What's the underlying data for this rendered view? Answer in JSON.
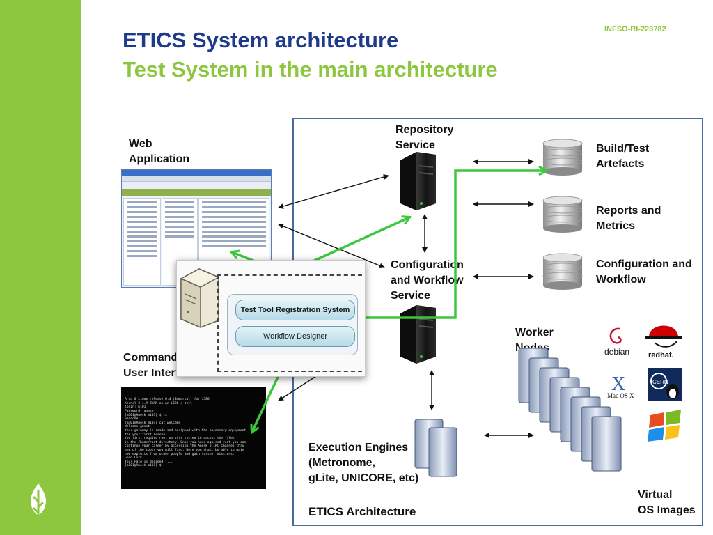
{
  "header": {
    "title": "ETICS System architecture",
    "subtitle": "Test System in the main architecture",
    "project_ref": "INFSO-RI-223782"
  },
  "labels": {
    "web_app": [
      "Web",
      "Application"
    ],
    "cli": [
      "Command",
      "User Interface"
    ],
    "repository": [
      "Repository",
      "Service"
    ],
    "build_test": [
      "Build/Test",
      "Artefacts"
    ],
    "reports": [
      "Reports and",
      "Metrics"
    ],
    "config_store": [
      "Configuration and",
      "Workflow"
    ],
    "config_service": [
      "Configuration",
      "and Workflow",
      "Service"
    ],
    "worker": [
      "Worker",
      "Nodes"
    ],
    "engines": [
      "Execution Engines",
      "(Metronome,",
      "gLite, UNICORE, etc)"
    ],
    "virtual": [
      "Virtual",
      "OS Images"
    ],
    "caption": "ETICS Architecture"
  },
  "os_logos": {
    "debian": "debian",
    "redhat": "redhat.",
    "macos": "Mac OS X",
    "cern": "CERN"
  },
  "popup": {
    "registration": "Test Tool Registration System",
    "designer": "Workflow Designer"
  },
  "terminal_lines": [
    "Arna & Linux release 6.4 (Immortal) for i586",
    "Kernel 2.4.9-ZKAN on an i686 / tty1",
    "login: m101",
    "Password: anesk",
    "[m101@Anesk m101] $ ls",
    "",
    "welcome",
    "[m101@Anesk m101] cat welcome",
    "Welcome guest",
    "",
    "Your gateway is ready and equipped with the necessary equipment",
    "for your first lesson.",
    "",
    "You first require root on this system to access the files",
    "in the /home/root directory. Once you have aquired root you can",
    "continue your career by accessing the Anesk 6 IRC channel thru",
    "one of the tools you will find. Here you shall be able to gain",
    "new exploits from other people and gain further missions.",
    "",
    "Good Luck",
    "",
    "Your Fate is decided.....",
    "[m101@Anesk m101] $"
  ],
  "colors": {
    "brand_green": "#8dc63f",
    "title_blue": "#1f3a8a",
    "highlight_arrow": "#3cc83c",
    "box_border": "#4a6b9a"
  },
  "icons": [
    "sprout-logo-icon",
    "server-icon",
    "database-icon",
    "debian-icon",
    "redhat-icon",
    "macos-icon",
    "cern-linux-icon",
    "windows-icon"
  ]
}
